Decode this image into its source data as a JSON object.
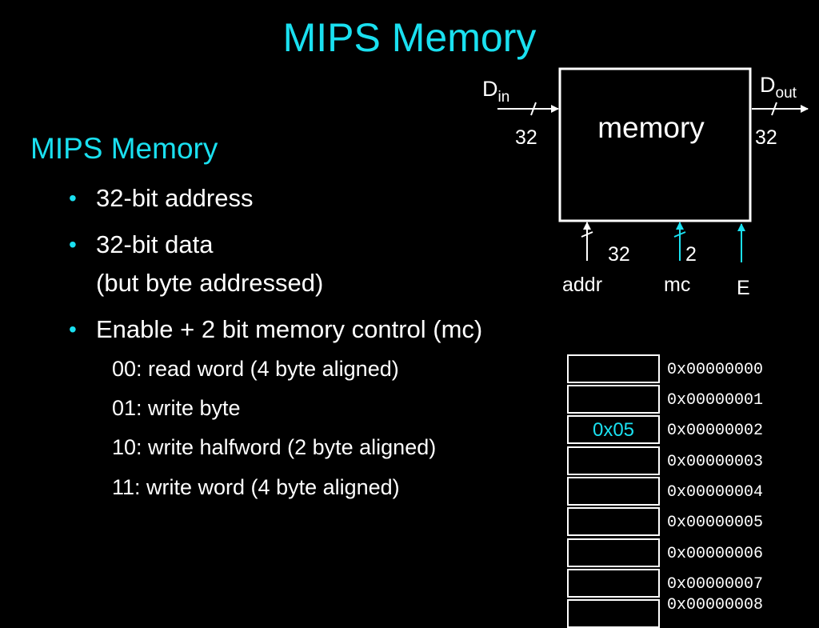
{
  "slide": {
    "title": "MIPS Memory",
    "section_heading": "MIPS Memory",
    "bullets": [
      {
        "text": "32-bit address"
      },
      {
        "text": "32-bit data",
        "continuation": "(but byte addressed)"
      },
      {
        "text": "Enable + 2 bit memory control (mc)"
      }
    ],
    "mc_codes": [
      "00: read word (4 byte aligned)",
      "01: write byte",
      "10: write halfword  (2 byte aligned)",
      "11: write word (4 byte aligned)"
    ]
  },
  "diagram": {
    "block_label": "memory",
    "din_main": "D",
    "din_sub": "in",
    "dout_main": "D",
    "dout_sub": "out",
    "din_width": "32",
    "dout_width": "32",
    "addr_width": "32",
    "mc_width": "2",
    "addr_label": "addr",
    "mc_label": "mc",
    "enable_label": "E",
    "colors": {
      "accent": "#1ae0f0",
      "line": "#ffffff"
    }
  },
  "memory_table": {
    "cells": [
      {
        "addr": "0x00000000",
        "value": ""
      },
      {
        "addr": "0x00000001",
        "value": ""
      },
      {
        "addr": "0x00000002",
        "value": "0x05"
      },
      {
        "addr": "0x00000003",
        "value": ""
      },
      {
        "addr": "0x00000004",
        "value": ""
      },
      {
        "addr": "0x00000005",
        "value": ""
      },
      {
        "addr": "0x00000006",
        "value": ""
      },
      {
        "addr": "0x00000007",
        "value": ""
      },
      {
        "addr": "0x00000008",
        "value": ""
      }
    ]
  }
}
